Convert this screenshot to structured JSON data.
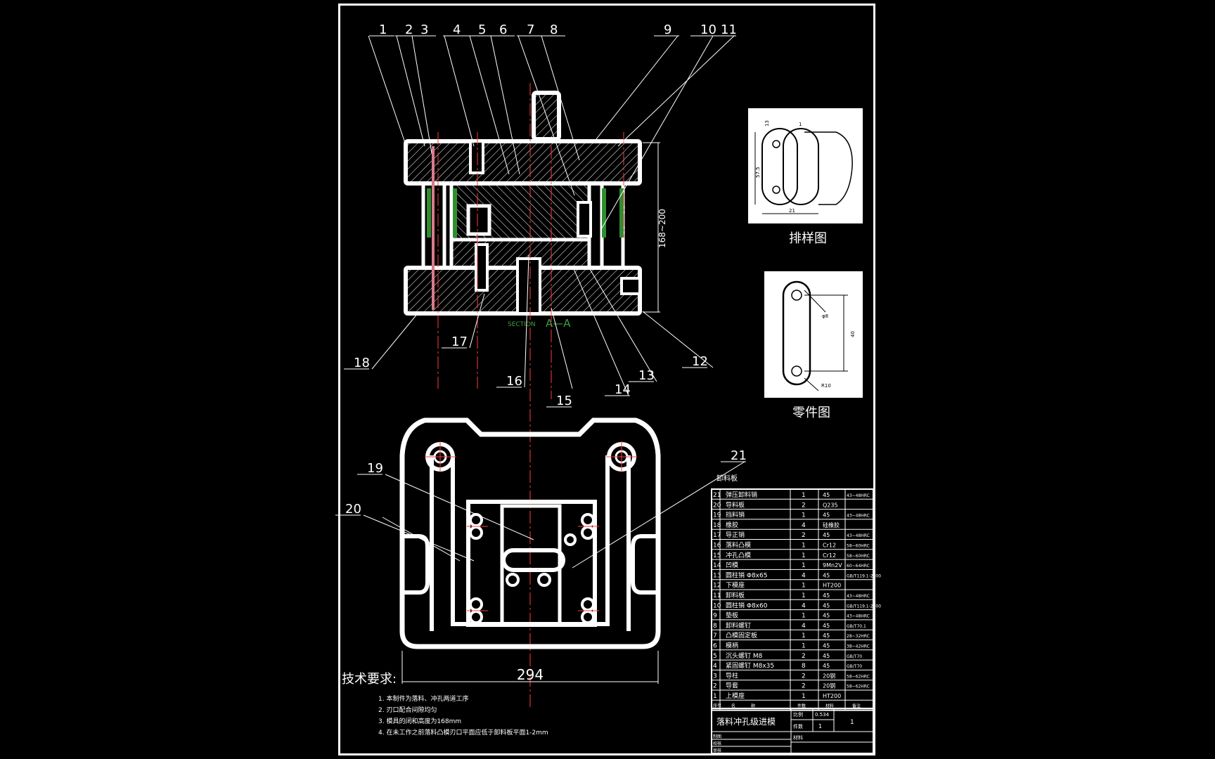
{
  "callouts": [
    "1",
    "2",
    "3",
    "4",
    "5",
    "6",
    "7",
    "8",
    "9",
    "10",
    "11",
    "12",
    "13",
    "14",
    "15",
    "16",
    "17",
    "18",
    "19",
    "20",
    "21"
  ],
  "section_label": {
    "prefix": "SECTION",
    "name": "A—A"
  },
  "dimensions": {
    "closed_height": "168~200",
    "width": "294"
  },
  "insets": {
    "layout_title": "排样图",
    "part_title": "零件图",
    "part_dims": [
      "40",
      "R10",
      "φ8"
    ],
    "layout_dims": [
      "13",
      "21",
      "57.5",
      "1"
    ]
  },
  "stripper_label": "卸料板",
  "tech_requirements": {
    "heading": "技术要求:",
    "items": [
      "1. 本制件为落料、冲孔两道工序",
      "2. 刃口配合间隙均匀",
      "3. 模具的闭和高度为168mm",
      "4. 在未工作之前落料凸模刃口平面应低于卸料板平面1-2mm"
    ]
  },
  "bom": [
    {
      "no": "21",
      "name": "弹压卸料销",
      "qty": "1",
      "mat": "45",
      "note": "43~48HRC"
    },
    {
      "no": "20",
      "name": "导料板",
      "qty": "2",
      "mat": "Q235",
      "note": ""
    },
    {
      "no": "19",
      "name": "挡料销",
      "qty": "1",
      "mat": "45",
      "note": "43~48HRC"
    },
    {
      "no": "18",
      "name": "橡胶",
      "qty": "4",
      "mat": "硅橡胶",
      "note": ""
    },
    {
      "no": "17",
      "name": "导正销",
      "qty": "2",
      "mat": "45",
      "note": "43~48HRC"
    },
    {
      "no": "16",
      "name": "落料凸模",
      "qty": "1",
      "mat": "Cr12",
      "note": "58~60HRC"
    },
    {
      "no": "15",
      "name": "冲孔凸模",
      "qty": "1",
      "mat": "Cr12",
      "note": "58~60HRC"
    },
    {
      "no": "14",
      "name": "凹模",
      "qty": "1",
      "mat": "9Mn2V",
      "note": "60~64HRC"
    },
    {
      "no": "13",
      "name": "圆柱销 Φ8x65",
      "qty": "4",
      "mat": "45",
      "note": "GB/T119.1-2000"
    },
    {
      "no": "12",
      "name": "下模座",
      "qty": "1",
      "mat": "HT200",
      "note": ""
    },
    {
      "no": "11",
      "name": "卸料板",
      "qty": "1",
      "mat": "45",
      "note": "43~48HRC"
    },
    {
      "no": "10",
      "name": "圆柱销 Φ8x60",
      "qty": "4",
      "mat": "45",
      "note": "GB/T119.1-2000"
    },
    {
      "no": "9",
      "name": "垫板",
      "qty": "1",
      "mat": "45",
      "note": "43~48HRC"
    },
    {
      "no": "8",
      "name": "卸料螺钉",
      "qty": "4",
      "mat": "45",
      "note": "GB/T70.1"
    },
    {
      "no": "7",
      "name": "凸模固定板",
      "qty": "1",
      "mat": "45",
      "note": "28~32HRC"
    },
    {
      "no": "6",
      "name": "模柄",
      "qty": "1",
      "mat": "45",
      "note": "38~42HRC"
    },
    {
      "no": "5",
      "name": "沉头螺钉 M8",
      "qty": "2",
      "mat": "45",
      "note": "GB/T70"
    },
    {
      "no": "4",
      "name": "紧固螺钉 M8x35",
      "qty": "8",
      "mat": "45",
      "note": "GB/T70"
    },
    {
      "no": "3",
      "name": "导柱",
      "qty": "2",
      "mat": "20钢",
      "note": "58~62HRC"
    },
    {
      "no": "2",
      "name": "导套",
      "qty": "2",
      "mat": "20钢",
      "note": "58~62HRC"
    },
    {
      "no": "1",
      "name": "上模座",
      "qty": "1",
      "mat": "HT200",
      "note": ""
    }
  ],
  "bom_header": [
    "序号",
    "名",
    "称",
    "件数",
    "材料",
    "备注"
  ],
  "title_block": {
    "name": "落料冲孔级进模",
    "scale_label": "比例",
    "scale": "0.534",
    "count_label": "件数",
    "count": "1",
    "material_label": "材料",
    "sheet": "1",
    "rows": [
      "制图",
      "校核",
      "审核"
    ]
  },
  "colors": {
    "line": "#ffffff",
    "center": "#ff3b3b",
    "spring": "#2f8f2f",
    "pin": "#d97a8a",
    "accent": "#3e9f3e"
  }
}
